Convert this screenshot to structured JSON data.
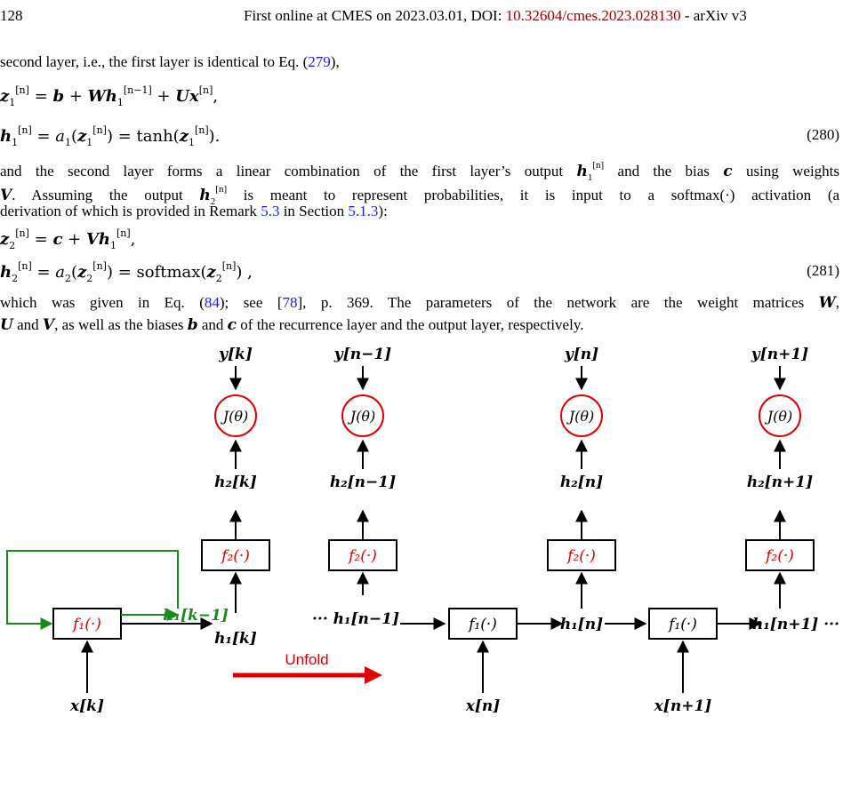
{
  "header": {
    "page_number": "128",
    "prefix": "First online at CMES on 2023.03.01, DOI: ",
    "doi": "10.32604/cmes.2023.028130",
    "suffix": " - arXiv v3"
  },
  "body": {
    "line1_a": "second layer, i.e., the first layer is identical to Eq. (",
    "line1_ref": "279",
    "line1_b": "),",
    "para2_l1": "and the second layer forms a linear combination of the first layer’s output",
    "para2_l1_b": "and the bias",
    "para2_l1_c": "using weights",
    "para2_l2": ". Assuming the output",
    "para2_l2_b": "is meant to represent probabilities, it is input to a",
    "para2_l2_c": "softmax(·)",
    "para2_l2_d": "activation (a",
    "para2_l3_a": "derivation of which is provided in Remark ",
    "para2_l3_ref1": "5.3",
    "para2_l3_b": " in Section ",
    "para2_l3_ref2": "5.1.3",
    "para2_l3_c": "):",
    "para3_l1_a": "which was given in Eq. (",
    "para3_l1_ref": "84",
    "para3_l1_b": "); see [",
    "para3_l1_cite": "78",
    "para3_l1_c": "], p. 369. The parameters of the network are the weight matrices",
    "para3_l2_a": "and",
    "para3_l2_b": ", as well as the biases",
    "para3_l2_c": "and",
    "para3_l2_d": "of the recurrence layer and the output layer, respectively."
  },
  "equations": {
    "eq280_number": "(280)",
    "eq281_number": "(281)"
  },
  "diagram": {
    "unfold_label": "Unfold",
    "f1_label": "f₁(·)",
    "f2_label": "f₂(·)",
    "loss_label": "J(θ)",
    "y_labels": [
      "y[k]",
      "y[n−1]",
      "y[n]",
      "y[n+1]"
    ],
    "h2_labels": [
      "h₂[k]",
      "h₂[n−1]",
      "h₂[n]",
      "h₂[n+1]"
    ],
    "h1_labels": [
      "h₁[k]",
      "h₁[n−1]",
      "h₁[n]",
      "h₁[n+1]"
    ],
    "x_labels": [
      "x[k]",
      "x[n]",
      "x[n+1]"
    ],
    "recur_label": "h₁[k−1]",
    "colors": {
      "red": "#e00000",
      "green": "#1a8a1a",
      "link": "#1a1aff",
      "doi": "#a00000"
    }
  }
}
